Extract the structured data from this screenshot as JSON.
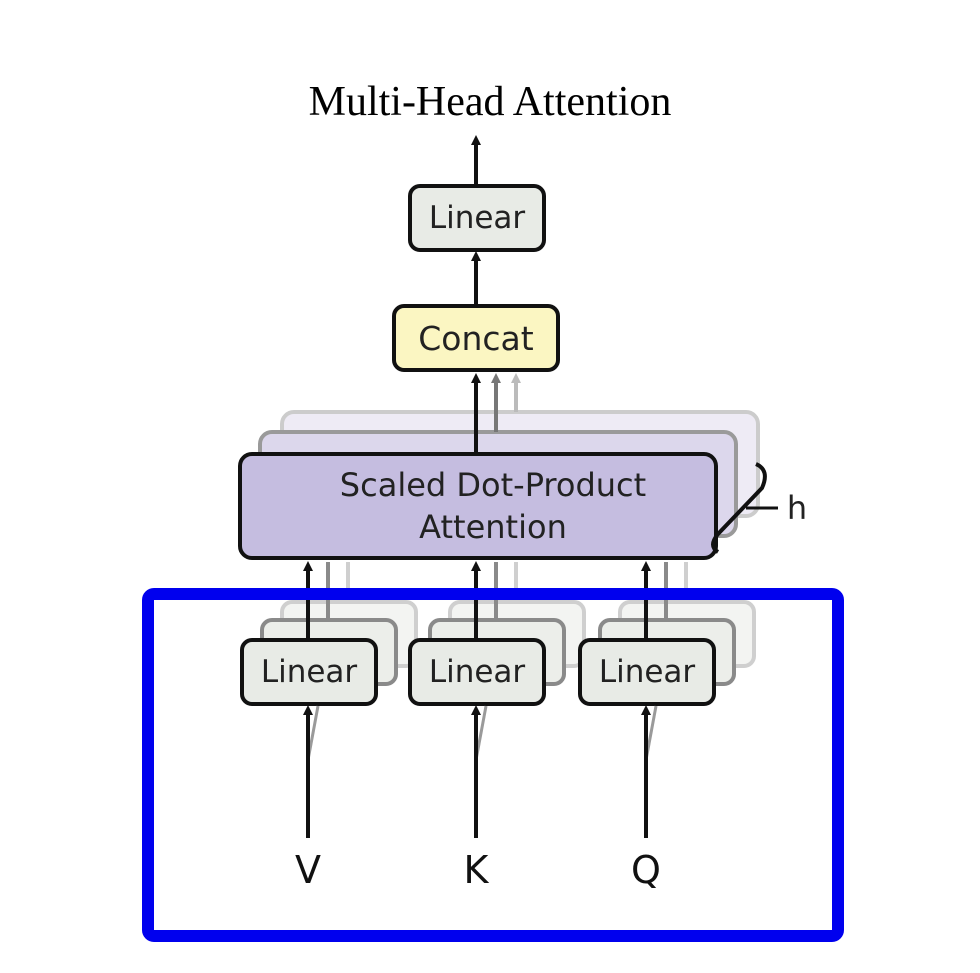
{
  "diagram": {
    "title": "Multi-Head Attention",
    "output_linear": "Linear",
    "concat": "Concat",
    "attention_line1": "Scaled Dot-Product",
    "attention_line2": "Attention",
    "heads_label": "h",
    "linear_v": "Linear",
    "linear_k": "Linear",
    "linear_q": "Linear",
    "input_v": "V",
    "input_k": "K",
    "input_q": "Q"
  },
  "colors": {
    "linear_fill": "#e8ebe6",
    "concat_fill": "#fbf6c2",
    "attention_fill": "#c5bde0",
    "highlight_border": "#0000ee",
    "stroke": "#111111"
  }
}
